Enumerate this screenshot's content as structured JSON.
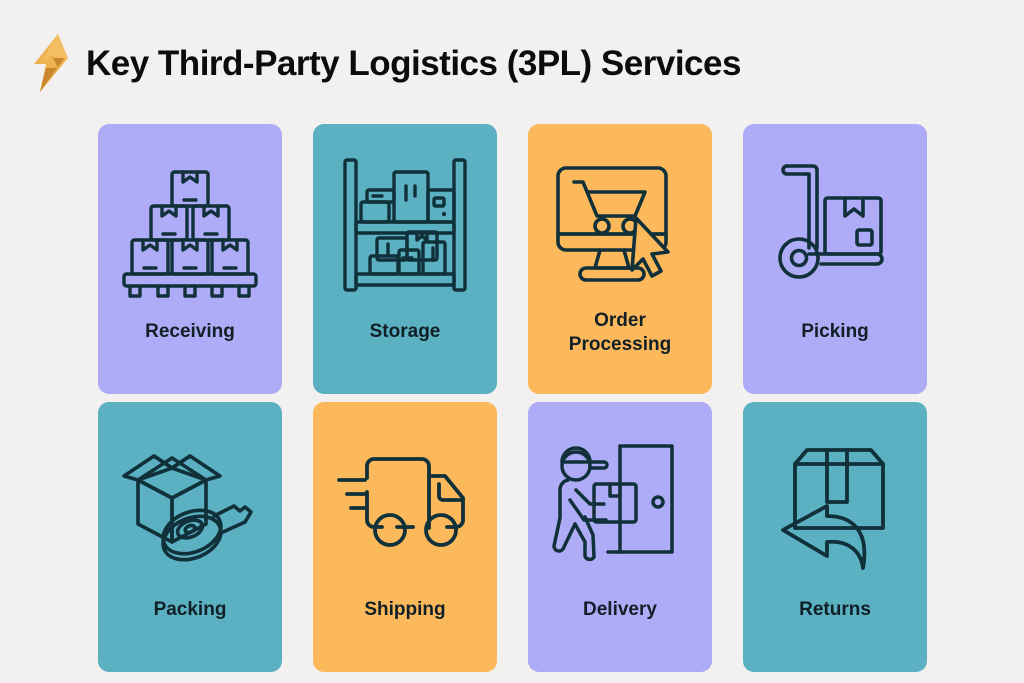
{
  "header": {
    "icon": "lightning-bolt-icon",
    "title": "Key Third-Party Logistics (3PL) Services"
  },
  "colors": {
    "background": "#f2f1ef",
    "purple": "#afacf7",
    "teal": "#5bb0c2",
    "orange": "#fcb95c",
    "icon_stroke": "#10303a",
    "label_text": "#111f26",
    "title_text": "#0c0c0c",
    "bolt_light": "#f0b351",
    "bolt_dark": "#c8872c"
  },
  "cards": [
    {
      "label": "Receiving",
      "color_name": "purple",
      "color": "#afacf7",
      "icon": "stacked-boxes-on-pallet-icon",
      "row": 1,
      "col": 1
    },
    {
      "label": "Storage",
      "color_name": "teal",
      "color": "#5bb0c2",
      "icon": "warehouse-shelf-rack-icon",
      "row": 1,
      "col": 2
    },
    {
      "label": "Order\nProcessing",
      "color_name": "orange",
      "color": "#fcb95c",
      "icon": "monitor-shopping-cart-cursor-icon",
      "row": 1,
      "col": 3
    },
    {
      "label": "Picking",
      "color_name": "purple",
      "color": "#afacf7",
      "icon": "hand-truck-dolly-box-icon",
      "row": 1,
      "col": 4
    },
    {
      "label": "Packing",
      "color_name": "teal",
      "color": "#5bb0c2",
      "icon": "open-box-tape-roll-icon",
      "row": 2,
      "col": 1
    },
    {
      "label": "Shipping",
      "color_name": "orange",
      "color": "#fcb95c",
      "icon": "delivery-truck-icon",
      "row": 2,
      "col": 2
    },
    {
      "label": "Delivery",
      "color_name": "purple",
      "color": "#afacf7",
      "icon": "courier-at-door-icon",
      "row": 2,
      "col": 3
    },
    {
      "label": "Returns",
      "color_name": "teal",
      "color": "#5bb0c2",
      "icon": "box-return-arrow-icon",
      "row": 2,
      "col": 4
    }
  ]
}
